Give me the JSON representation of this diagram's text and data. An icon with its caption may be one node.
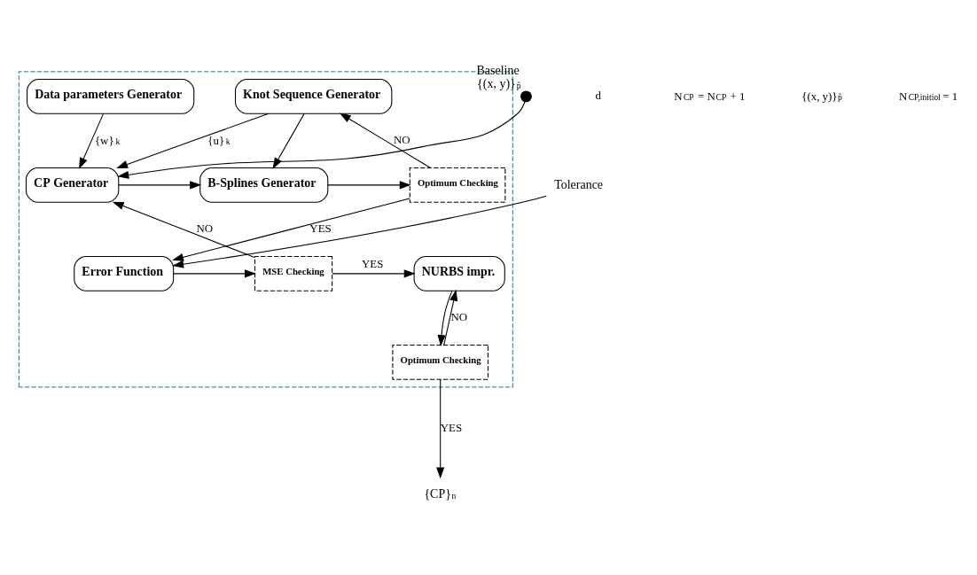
{
  "diagram": {
    "nodes": [
      {
        "text": [],
        "shape": "box"
      },
      {
        "text": [
          "Data parameters Generator"
        ],
        "in": 0
      },
      {
        "text": [
          "Knot Sequence Generator"
        ],
        "in": 0
      },
      {
        "text": [
          "CP Generator"
        ],
        "in": 0
      },
      {
        "text": [
          "B-Splines Generator"
        ],
        "in": 0
      },
      {
        "text": [
          "Optimum Checking"
        ],
        "in": 0
      },
      {
        "text": [
          "Optimum Checking"
        ],
        "in": 0
      },
      {
        "text": [
          "NURBS impr."
        ],
        "in": 0
      },
      {
        "text": [
          "MSE Checking"
        ],
        "in": 0
      },
      {
        "text": [
          "Error Function"
        ],
        "in": 0
      },
      {
        "text": [],
        "shape": "circle",
        "beside": [
          "Baseline",
          "{(x, y)}$_{p̂}$"
        ]
      },
      {
        "text": [
          "Tolerance"
        ]
      },
      {
        "text": [
          "{CP}$_{n}$"
        ]
      }
    ],
    "edges": [
      {
        "from": 1,
        "to": 3,
        "arrow": "to",
        "label": "{w}$_{k}$"
      },
      {
        "from": 2,
        "to": 3,
        "arrow": "to",
        "label": "{u}$_{k}$"
      },
      {
        "from": 2,
        "to": 4,
        "arrow": "to"
      },
      {
        "from": 10,
        "to": 3,
        "arrow": "to"
      },
      {
        "from": 3,
        "to": 4,
        "arrow": "to"
      },
      {
        "from": 4,
        "to": 5,
        "arrow": "to"
      },
      {
        "from": 5,
        "to": 2,
        "arrow": "to",
        "label": "NO"
      },
      {
        "from": 5,
        "to": 9,
        "arrow": "to",
        "label": "YES"
      },
      {
        "from": 11,
        "to": 9,
        "arrow": "to"
      },
      {
        "from": 9,
        "to": 8,
        "arrow": "to"
      },
      {
        "from": 8,
        "to": 7,
        "arrow": "to",
        "label": "YES"
      },
      {
        "from": 8,
        "to": 3,
        "arrow": "to",
        "label": "NO"
      },
      {
        "from": 7,
        "to": 6,
        "arrow": "to"
      },
      {
        "from": 6,
        "to": 7,
        "arrow": "to",
        "label": "NO"
      },
      {
        "from": 6,
        "to": 12,
        "arrow": "to",
        "label": "YES"
      }
    ],
    "labels": [
      "d",
      "N$_{CP}$ = N$_{CP}$ + 1",
      "{(x, y)}$_{p̂}$",
      "N$_{CP,initiol}$ = 1"
    ]
  }
}
